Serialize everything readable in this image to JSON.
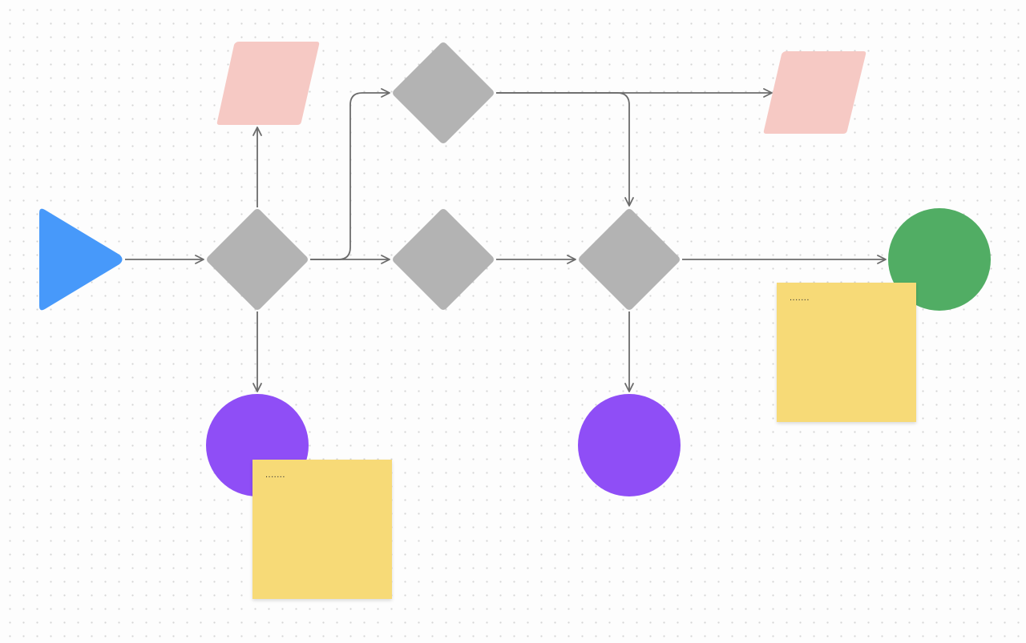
{
  "colors": {
    "start": "#4799fa",
    "decision": "#b3b3b3",
    "io": "#f6c9c4",
    "end_purple": "#8f4ef6",
    "end_green": "#51ad64",
    "sticky": "#f7da77",
    "connector": "#6b6b6b"
  },
  "shapes": {
    "start": {
      "icon": "play-triangle"
    },
    "decisions": [
      {
        "id": "decision-1"
      },
      {
        "id": "decision-2"
      },
      {
        "id": "decision-3"
      },
      {
        "id": "decision-4"
      }
    ],
    "io": [
      {
        "id": "io-1"
      },
      {
        "id": "io-2"
      }
    ],
    "terminals": [
      {
        "id": "end-purple-1"
      },
      {
        "id": "end-purple-2"
      },
      {
        "id": "end-green"
      }
    ]
  },
  "notes": [
    {
      "id": "note-1",
      "text": "......."
    },
    {
      "id": "note-2",
      "text": "......."
    }
  ]
}
